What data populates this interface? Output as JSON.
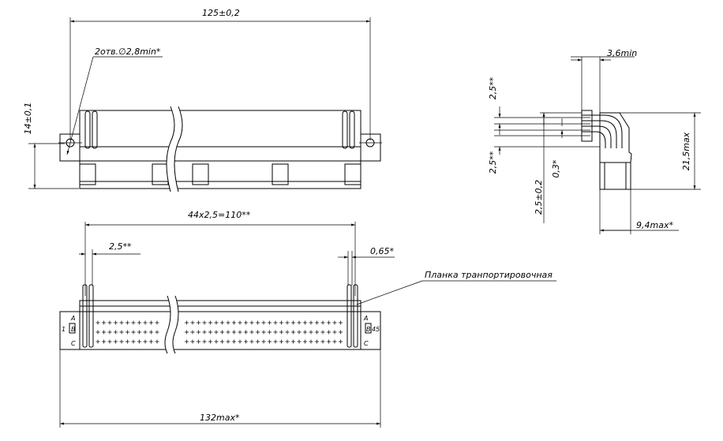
{
  "top_view": {
    "dim_width": "125±0,2",
    "dim_height": "14±0,1",
    "hole_note": "2отв.∅2,8min*"
  },
  "side_view": {
    "dim_lead_width": "3,6min",
    "dim_pitch_a": "2,5**",
    "dim_pitch_b": "2,5**",
    "dim_offset": "0,3*",
    "dim_row": "2,5±0,2",
    "dim_height": "21,5max",
    "dim_depth": "9,4max*"
  },
  "front_view": {
    "dim_pin_span": "44x2,5=110**",
    "dim_pitch": "2,5**",
    "dim_pin_thickness": "0,65*",
    "dim_total_width": "132max*",
    "strip_label": "Планка транпортировочная",
    "row_a": "A",
    "row_b": "B",
    "row_c": "C",
    "first_pin": "1",
    "last_pin": "45"
  }
}
